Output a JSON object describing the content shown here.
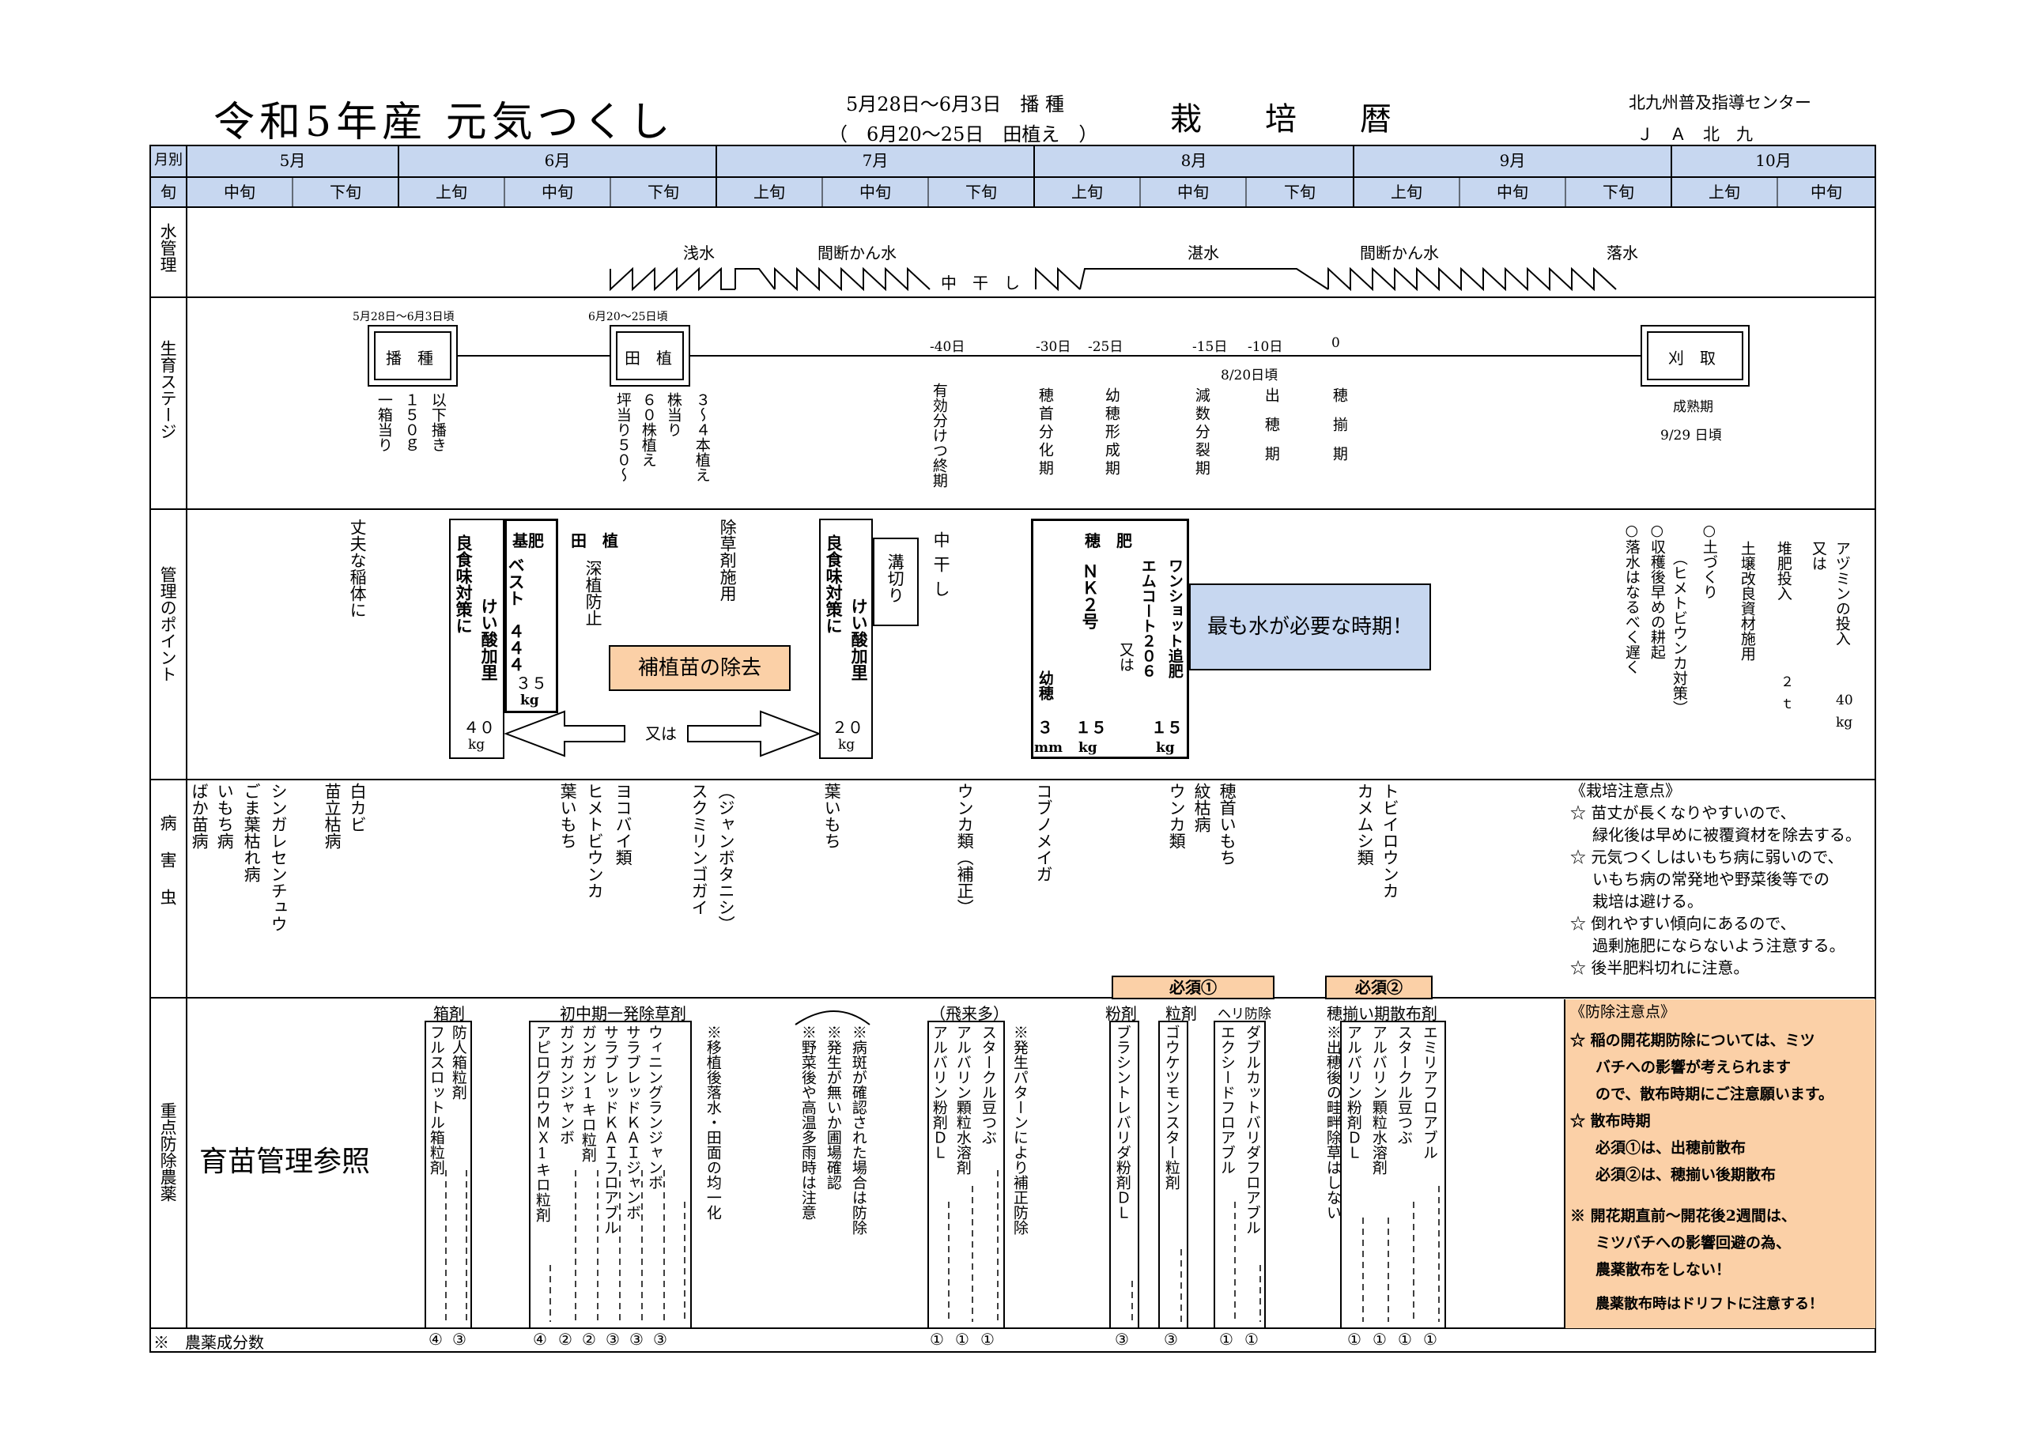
{
  "header": {
    "title": "令和5年産 元気つくし",
    "sowing_line": "5月28日～6月3日　播 種",
    "planting_line": "（　6月20～25日　田植え　）",
    "doc_title": "栽　　培　　暦",
    "org_line1": "北九州普及指導センター",
    "org_line2": "Ｊ　Ａ　北　九"
  },
  "months": {
    "label": "月別",
    "items": [
      "5月",
      "6月",
      "7月",
      "8月",
      "9月",
      "10月"
    ]
  },
  "periods": {
    "label": "旬",
    "items": [
      "中旬",
      "下旬",
      "上旬",
      "中旬",
      "下旬",
      "上旬",
      "中旬",
      "下旬",
      "上旬",
      "中旬",
      "下旬",
      "上旬",
      "中旬",
      "下旬",
      "上旬",
      "中旬"
    ]
  },
  "rows": {
    "water": "水管理",
    "growth": "生育ステージ",
    "points": "管理のポイント",
    "pests": "病害虫",
    "chem": "重点防除農薬",
    "ingredient": "※　農薬成分数"
  },
  "water": {
    "asamizu": "浅水",
    "kanketsu1": "間断かん水",
    "nakaboshi": "中　干　し",
    "tanmizu": "湛水",
    "kanketsu2": "間断かん水",
    "rakusui": "落水"
  },
  "growth": {
    "sow_date": "5月28日～6月3日頃",
    "sow_label": "播　種",
    "sow_note1": "一箱当り",
    "sow_note2": "１５０ｇ",
    "sow_note3": "以下播き",
    "plant_date": "6月20～25日頃",
    "plant_label": "田　植",
    "plant_note1": "坪当り５０～",
    "plant_note2": "６０株植え",
    "plant_note3": "株当り",
    "plant_note4": "３～４本植え",
    "d40": "-40日",
    "d30": "-30日",
    "d25": "-25日",
    "d15": "-15日",
    "d10": "-10日",
    "d0": "0",
    "heading_date": "8/20日頃",
    "st1": "有効分けつ終期",
    "st2": "穂首分化期",
    "st3": "幼穂形成期",
    "st4": "減数分裂期",
    "st5": "出穂期",
    "st6": "穂揃期",
    "harvest": "刈　取",
    "mature": "成熟期",
    "mature_date": "9/29 日頃"
  },
  "points": {
    "jobu": "丈夫な稲体に",
    "ryoshoku1": "良食味対策に",
    "keisan1": "けい酸加里",
    "keisan1_amt": "４０",
    "unit_kg": "kg",
    "kihi": "基肥",
    "best": "ベスト　４４４",
    "best_amt": "３５",
    "taue": "田　植",
    "fukaue": "深植防止",
    "hoshoku": "補植苗の除去",
    "matawa": "又は",
    "josou": "除草剤施用",
    "ryoshoku2": "良食味対策に",
    "keisan2": "けい酸加里",
    "keisan2_amt": "２０",
    "mizokiri": "溝切り",
    "nakaboshi": "中干し",
    "hogoe": "穂　肥",
    "nk2": "ＮＫ２号",
    "matawa2": "又は",
    "emcoat": "エムコート２０６",
    "oneshot": "ワンショット追肥",
    "yosui": "幼穂",
    "yosui_mm": "３",
    "mm": "mm",
    "amt15a": "１５",
    "amt15b": "１５",
    "mizu": "最も水が必要な時期！",
    "azumi1": "アヅミンの投入",
    "azumi2": "又は",
    "azumi_amt": "40",
    "taihi": "堆肥投入",
    "taihi_amt": "２",
    "taihi_unit": "ｔ",
    "dojo": "土壌改良資材施用",
    "tsuchi": "○土づくり",
    "hime": "（ヒメトビウンカ対策）",
    "shukaku": "○収穫後早めの耕起",
    "rakusui": "○落水はなるべく遅く"
  },
  "pests": {
    "p1": "白カビ",
    "p2": "苗立枯病",
    "p3": "シンガレセンチュウ",
    "p4": "ごま葉枯れ病",
    "p5": "いもち病",
    "p6": "ばか苗病",
    "p7": "葉いもち",
    "p8": "ヒメトビウンカ",
    "p9": "ヨコバイ類",
    "p10": "スクミリンゴガイ",
    "p11": "（ジャンボタニシ）",
    "p12": "葉いもち",
    "p13": "ウンカ類（補正）",
    "p14": "コブノメイガ",
    "p15": "紋枯病",
    "p16": "ウンカ類",
    "p17": "穂首いもち",
    "p18": "カメムシ類",
    "p19": "トビイロウンカ",
    "notes_title": "《栽培注意点》",
    "n1": "☆ 苗丈が長くなりやすいので、",
    "n1b": "緑化後は早めに被覆資材を除去する。",
    "n2": "☆ 元気つくしはいもち病に弱いので、",
    "n2b": "いもち病の常発地や野菜後等での",
    "n2c": "栽培は避ける。",
    "n3": "☆ 倒れやすい傾向にあるので、",
    "n3b": "過剰施肥にならないよう注意する。",
    "n4": "☆ 後半肥料切れに注意。",
    "hissu1": "必須①",
    "hissu2": "必須②"
  },
  "chem": {
    "ikubyo": "育苗管理参照",
    "hako": "箱剤",
    "bouninn": "防人箱粒剤",
    "fulsu": "フルスロットル箱粒剤",
    "shochu": "初中期一発除草剤",
    "c1": "アピログロウＭＸ1キロ粒剤",
    "c2": "ガンガンジャンボ",
    "c3": "ガンガン1キロ粒剤",
    "c4": "サラブレッドＫＡＩフロアブル",
    "c5": "サラブレッドＫＡＩジャンボ",
    "c6": "ウィニングランジャンボ",
    "c7": "※移植後落水・田面の均一化",
    "c8a": "※野菜後や高温多雨時は注意",
    "c8b": "※発生が無いか圃場確認",
    "c8c": "※病斑が確認された場合は防除",
    "hirai": "（飛来多）",
    "c9": "アルバリン粉剤ＤＬ",
    "c10": "アルバリン顆粒水溶剤",
    "c11": "スタークル豆つぶ",
    "c12": "※発生パターンにより補正防除",
    "funzai": "粉剤",
    "ryuzai": "粒剤",
    "heri": "ヘリ防除",
    "c13": "ブラシントレバリダ粉剤ＤＬ",
    "c14": "ゴウケツモンスター粒剤",
    "c15": "エクシードフロアブル",
    "c16": "ダブルカットバリダフロアブル",
    "hozoroi": "穂揃い期散布剤",
    "c17": "※出穂後の畦畔除草はしない",
    "c18": "アルバリン粉剤ＤＬ",
    "c19": "アルバリン顆粒水溶剤",
    "c20": "スタークル豆つぶ",
    "c21": "エミリアフロアブル",
    "bojo_title": "《防除注意点》",
    "b1": "☆ 稲の開花期防除については、ミツ",
    "b1b": "バチへの影響が考えられます",
    "b1c": "ので、散布時期にご注意願います。",
    "b2": "☆ 散布時期",
    "b2b": "必須①は、出穂前散布",
    "b2c": "必須②は、穂揃い後期散布",
    "b3": "※ 開花期直前～開花後2週間は、",
    "b3b": "ミツバチへの影響回避の為、",
    "b3c": "農薬散布をしない！",
    "b4": "農薬散布時はドリフトに注意する！"
  },
  "ingredients": {
    "i1": "④",
    "i2": "③",
    "i3": "④",
    "i4": "②",
    "i5": "②",
    "i6": "③",
    "i7": "③",
    "i8": "③",
    "i9": "①",
    "i10": "①",
    "i11": "①",
    "i12": "③",
    "i13": "③",
    "i14": "①",
    "i15": "①",
    "i16": "①",
    "i17": "①",
    "i18": "①",
    "i19": "①"
  },
  "colors": {
    "header_blue": "#c7d7f0",
    "orange": "#fbd0a7"
  }
}
